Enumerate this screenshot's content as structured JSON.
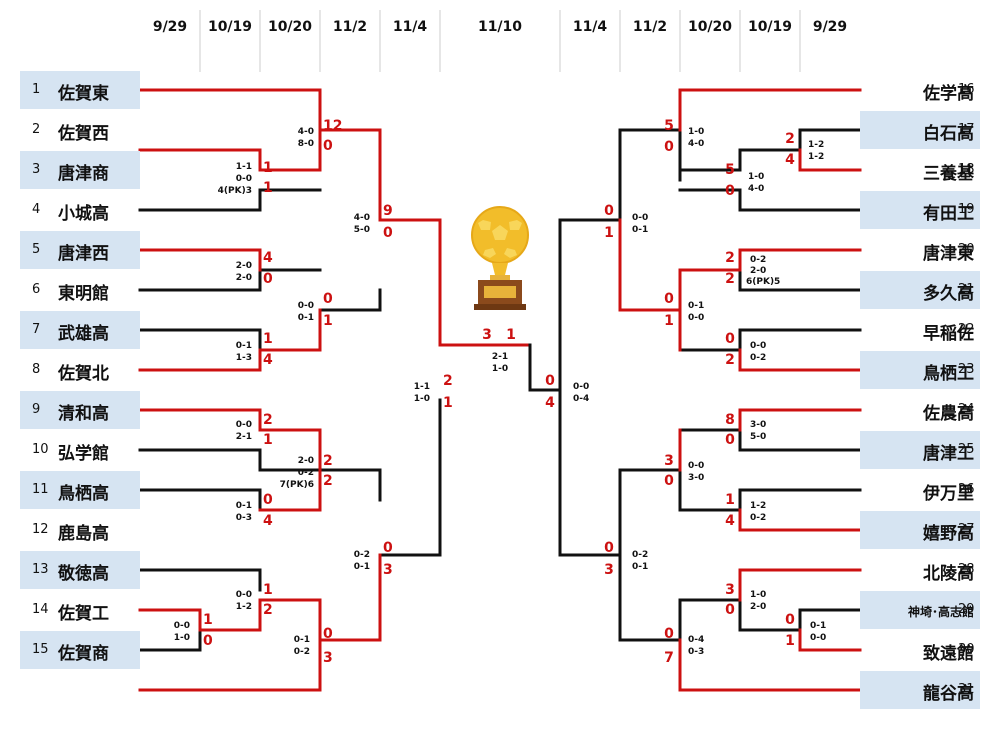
{
  "header": {
    "left_dates": [
      "9/29",
      "10/19",
      "10/20",
      "11/2",
      "11/4"
    ],
    "center_date": "11/10",
    "right_dates": [
      "11/4",
      "11/2",
      "10/20",
      "10/19",
      "9/29"
    ]
  },
  "teams": [
    {
      "num": "1",
      "name": "佐賀東",
      "shaded": true
    },
    {
      "num": "2",
      "name": "佐賀西",
      "shaded": false
    },
    {
      "num": "3",
      "name": "唐津商",
      "shaded": true
    },
    {
      "num": "4",
      "name": "小城高",
      "shaded": false
    },
    {
      "num": "5",
      "name": "唐津西",
      "shaded": true
    },
    {
      "num": "6",
      "name": "東明館",
      "shaded": false
    },
    {
      "num": "7",
      "name": "武雄高",
      "shaded": true
    },
    {
      "num": "8",
      "name": "佐賀北",
      "shaded": false
    },
    {
      "num": "9",
      "name": "清和高",
      "shaded": true
    },
    {
      "num": "10",
      "name": "弘学館",
      "shaded": false
    },
    {
      "num": "11",
      "name": "鳥栖高",
      "shaded": true
    },
    {
      "num": "12",
      "name": "鹿島高",
      "shaded": false
    },
    {
      "num": "13",
      "name": "敬徳高",
      "shaded": true
    },
    {
      "num": "14",
      "name": "佐賀工",
      "shaded": false
    },
    {
      "num": "15",
      "name": "佐賀商",
      "shaded": true
    },
    {
      "num": "16",
      "name": "佐学高",
      "shaded": false
    },
    {
      "num": "17",
      "name": "白石高",
      "shaded": true
    },
    {
      "num": "18",
      "name": "三養基",
      "shaded": false
    },
    {
      "num": "19",
      "name": "有田工",
      "shaded": true
    },
    {
      "num": "20",
      "name": "唐津東",
      "shaded": false
    },
    {
      "num": "21",
      "name": "多久高",
      "shaded": true
    },
    {
      "num": "22",
      "name": "早稲佐",
      "shaded": false
    },
    {
      "num": "23",
      "name": "鳥栖工",
      "shaded": true
    },
    {
      "num": "24",
      "name": "佐農高",
      "shaded": false
    },
    {
      "num": "25",
      "name": "唐津工",
      "shaded": true
    },
    {
      "num": "26",
      "name": "伊万里",
      "shaded": false
    },
    {
      "num": "27",
      "name": "嬉野高",
      "shaded": true
    },
    {
      "num": "28",
      "name": "北陵高",
      "shaded": false
    },
    {
      "num": "29",
      "name": "神埼･高志館",
      "shaded": true
    },
    {
      "num": "30",
      "name": "致遠館",
      "shaded": false
    },
    {
      "num": "31",
      "name": "龍谷高",
      "shaded": true
    }
  ],
  "scores": [
    "12",
    "0",
    "4-0",
    "8-0",
    "1",
    "1",
    "1-1",
    "0-0",
    "4(PK)3",
    "9",
    "0",
    "4-0",
    "5-0",
    "4",
    "0",
    "2-0",
    "2-0",
    "0",
    "1",
    "0-0",
    "0-1",
    "1",
    "4",
    "0-1",
    "1-3",
    "2",
    "1",
    "1-1",
    "1-0",
    "2",
    "1",
    "0-0",
    "2-1",
    "2",
    "2",
    "2-0",
    "0-2",
    "7(PK)6",
    "0",
    "4",
    "0-1",
    "0-3",
    "0",
    "3",
    "0-2",
    "0-1",
    "1",
    "2",
    "0-0",
    "1-2",
    "1",
    "0",
    "0-0",
    "1-0",
    "0",
    "3",
    "0-1",
    "0-2",
    "3",
    "1",
    "2-1",
    "1-0",
    "0",
    "4",
    "0-0",
    "0-4",
    "5",
    "0",
    "1-0",
    "4-0",
    "2",
    "4",
    "1-2",
    "1-2",
    "5",
    "0",
    "1-0",
    "4-0",
    "0",
    "1",
    "0-0",
    "0-1",
    "2",
    "2",
    "0-2",
    "2-0",
    "6(PK)5",
    "0",
    "1",
    "0-1",
    "0-0",
    "0",
    "2",
    "0-0",
    "0-2",
    "8",
    "0",
    "3-0",
    "5-0",
    "3",
    "0",
    "0-0",
    "3-0",
    "1",
    "4",
    "1-2",
    "0-2",
    "0",
    "3",
    "0-2",
    "0-1",
    "3",
    "0",
    "1-0",
    "2-0",
    "0",
    "1",
    "0-1",
    "0-0",
    "0",
    "7",
    "0-4",
    "0-3"
  ],
  "colors": {
    "winner_line": "#cc1111",
    "loser_line": "#111111",
    "shaded_box": "#d6e4f2",
    "header_divider": "#cccccc",
    "trophy_gold": "#f2bd2a",
    "trophy_base": "#8b4a1c",
    "trophy_plate": "#e7b23a"
  },
  "trophy": {
    "icon": "trophy-icon"
  }
}
